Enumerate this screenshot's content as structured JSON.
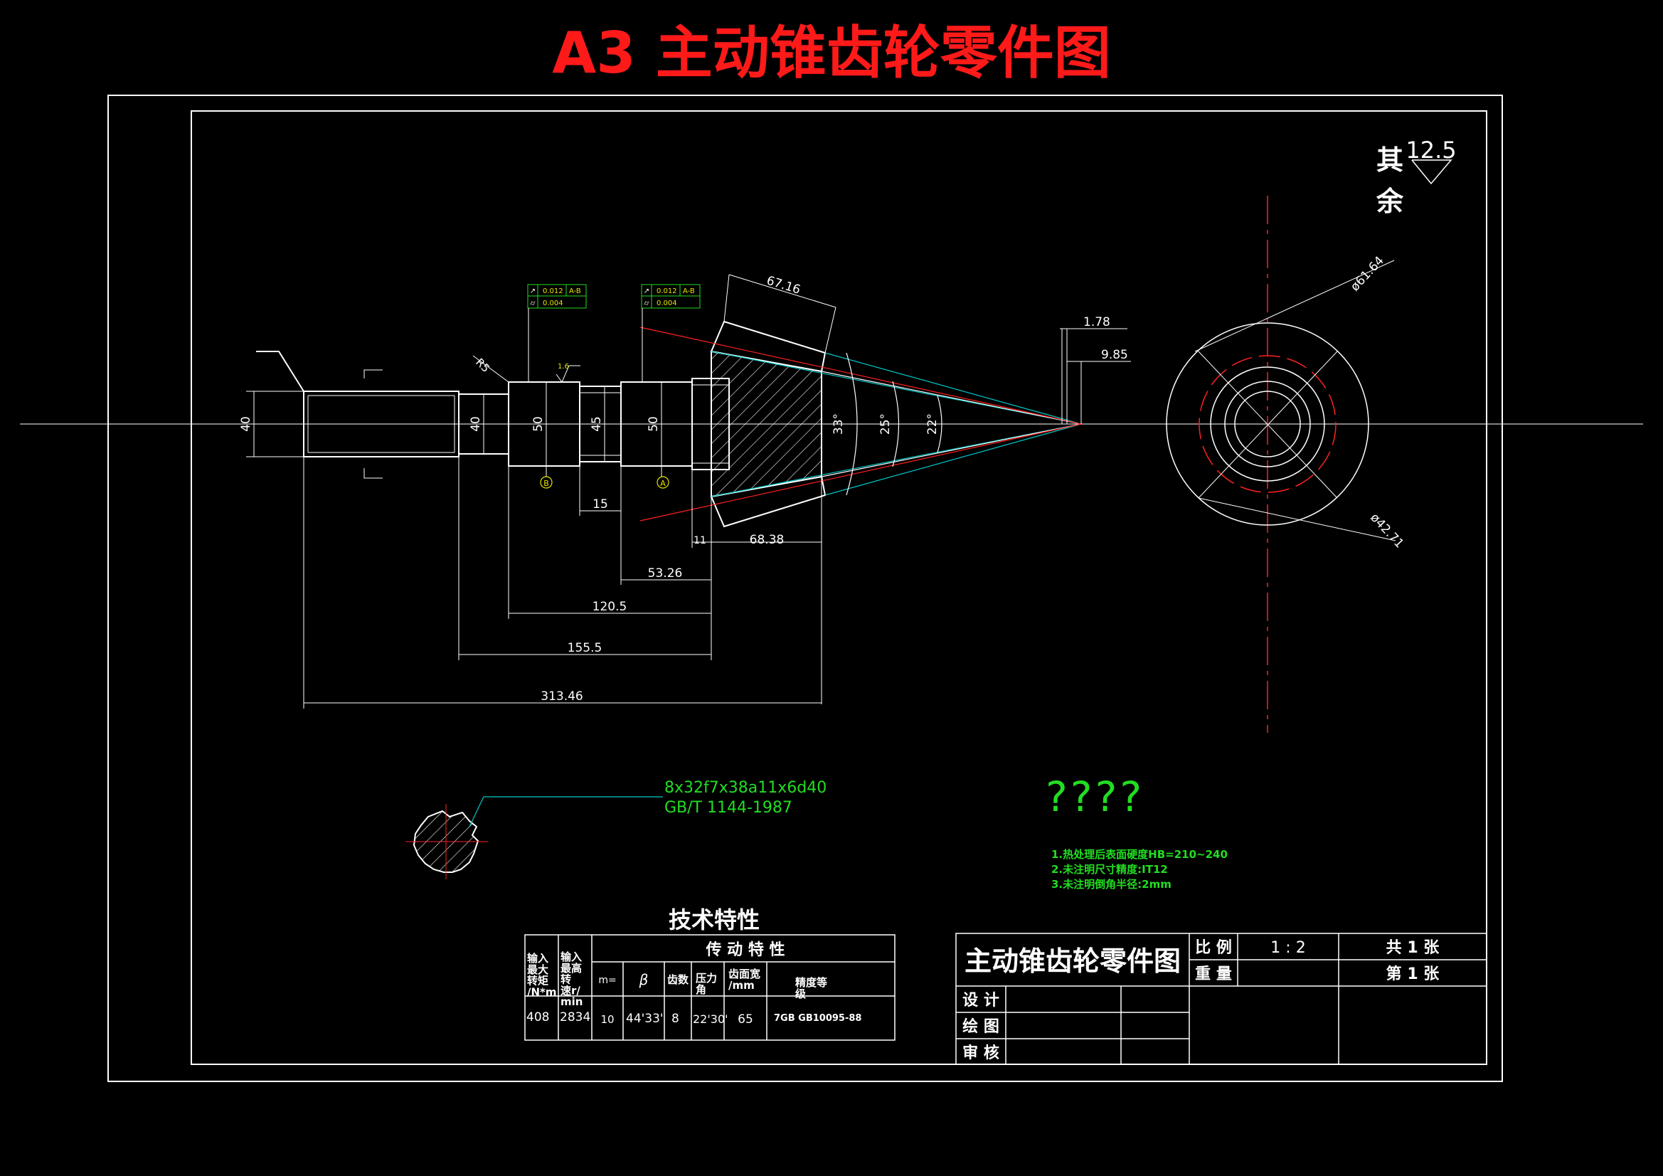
{
  "header": {
    "title": "A3 主动锥齿轮零件图"
  },
  "surface_finish": {
    "label_line1": "其",
    "label_line2": "余",
    "value": "12.5"
  },
  "tolerance_frames": [
    {
      "runout_value": "0.012",
      "runout_datum": "A-B",
      "flatness_value": "0.004"
    },
    {
      "runout_value": "0.012",
      "runout_datum": "A-B",
      "flatness_value": "0.004"
    }
  ],
  "datums": [
    "B",
    "A"
  ],
  "roughness_mark": "1.6",
  "radius_label": "R5",
  "dimensions": {
    "cone_length": "67.16",
    "d40_a": "40",
    "d40_b": "40",
    "d50_a": "50",
    "d45": "45",
    "d50_b": "50",
    "angle_33": "33°",
    "angle_25": "25°",
    "angle_22": "22°",
    "apex_1": "1.78",
    "apex_2": "9.85",
    "len_15": "15",
    "len_11": "11",
    "len_68": "68.38",
    "len_53": "53.26",
    "len_120": "120.5",
    "len_155": "155.5",
    "len_313": "313.46",
    "dia_61": "ø61.64",
    "dia_42": "ø42.71"
  },
  "spline": {
    "spec_line1": "8x32f7x38a11x6d40",
    "spec_line2": "GB/T 1144-1987"
  },
  "garbled_text": "????",
  "notes": [
    "1.热处理后表面硬度HB=210~240",
    "2.未注明尺寸精度:IT12",
    "3.未注明倒角半径:2mm"
  ],
  "tech_table": {
    "title": "技术特性",
    "group_header": "传 动 特 性",
    "col1_header": "输入\n最大\n转矩\n/N*m",
    "col2_header": "输入\n最高\n转\n速r/\nmin",
    "col3_header": "m=",
    "col4_header": "β",
    "col5_header": "齿数",
    "col6_header": "压力\n角",
    "col7_header": "齿面宽\n/mm",
    "col8_header": "精度等\n级",
    "row": [
      "408",
      "2834",
      "10",
      "44'33'",
      "8",
      "22'30'",
      "65",
      "7GB GB10095-88"
    ]
  },
  "title_block": {
    "part_name": "主动锥齿轮零件图",
    "scale_label": "比 例",
    "scale_value": "1 : 2",
    "weight_label": "重 量",
    "total_sheets": "共 1 张",
    "sheet_no": "第 1 张",
    "design_label": "设 计",
    "drawing_label": "绘 图",
    "review_label": "审 核"
  },
  "colors": {
    "background": "#000000",
    "lines": "#ffffff",
    "title_red": "#ff1a1a",
    "centerline_red": "#ff2020",
    "cyan": "#00c8c8",
    "green": "#22dd22",
    "yellow": "#e6e600",
    "table_text": "#ffffff"
  }
}
